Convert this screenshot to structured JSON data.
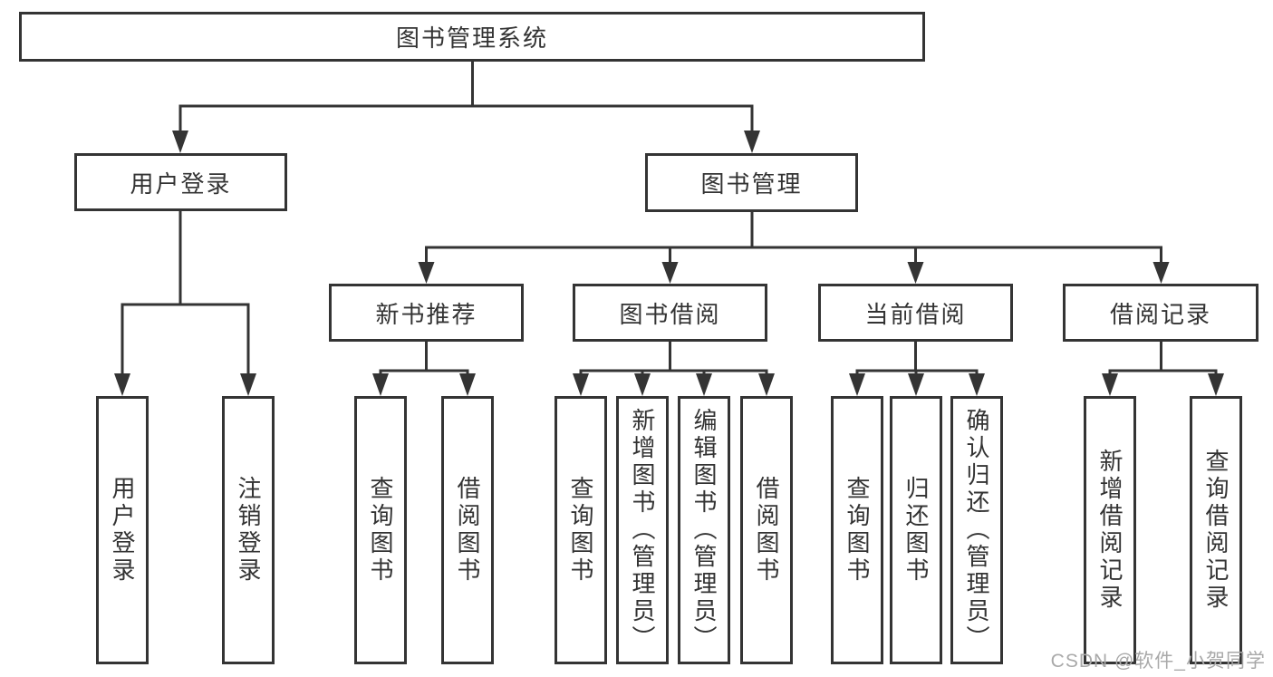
{
  "diagram": {
    "title": "图书管理系统",
    "level2": [
      {
        "id": "user-login",
        "label": "用户登录"
      },
      {
        "id": "book-management",
        "label": "图书管理"
      }
    ],
    "level3": [
      {
        "id": "new-book-recommend",
        "label": "新书推荐"
      },
      {
        "id": "book-borrow",
        "label": "图书借阅"
      },
      {
        "id": "current-borrow",
        "label": "当前借阅"
      },
      {
        "id": "borrow-record",
        "label": "借阅记录"
      }
    ],
    "leaves": [
      {
        "id": "user-login",
        "label": "用户登录"
      },
      {
        "id": "logout",
        "label": "注销登录"
      },
      {
        "id": "query-book-1",
        "label": "查询图书"
      },
      {
        "id": "borrow-book-1",
        "label": "借阅图书"
      },
      {
        "id": "query-book-2",
        "label": "查询图书"
      },
      {
        "id": "add-book-admin",
        "label": "新增图书（管理员）"
      },
      {
        "id": "edit-book-admin",
        "label": "编辑图书（管理员）"
      },
      {
        "id": "borrow-book-2",
        "label": "借阅图书"
      },
      {
        "id": "query-book-3",
        "label": "查询图书"
      },
      {
        "id": "return-book",
        "label": "归还图书"
      },
      {
        "id": "confirm-return-admin",
        "label": "确认归还（管理员）"
      },
      {
        "id": "add-borrow-record",
        "label": "新增借阅记录"
      },
      {
        "id": "query-borrow-record",
        "label": "查询借阅记录"
      }
    ]
  },
  "watermark": {
    "text": "CSDN @软件_小贺同学"
  },
  "colors": {
    "line": "#343434",
    "text": "#333333",
    "background": "#ffffff",
    "watermark": "#a9a9a9"
  }
}
